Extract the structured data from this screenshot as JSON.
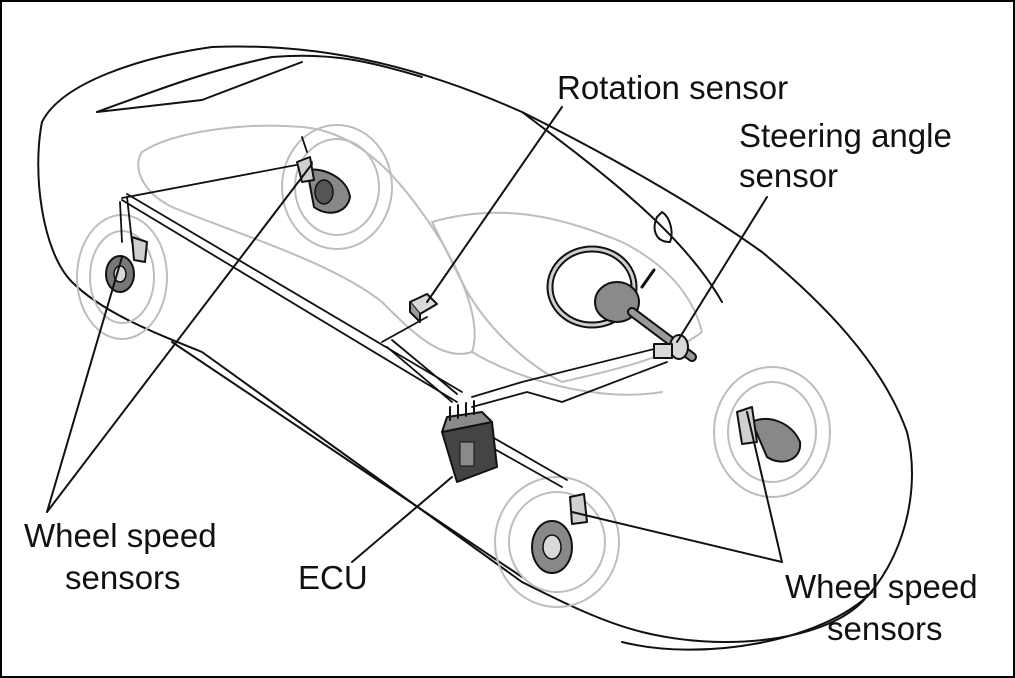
{
  "labels": {
    "rotation_sensor": "Rotation sensor",
    "steering_angle_sensor_line1": "Steering angle",
    "steering_angle_sensor_line2": "sensor",
    "wheel_speed_left_line1": "Wheel speed",
    "wheel_speed_left_line2": "sensors",
    "ecu": "ECU",
    "wheel_speed_right_line1": "Wheel speed",
    "wheel_speed_right_line2": "sensors"
  },
  "colors": {
    "outline": "#111111",
    "ghost": "#bdbdbd",
    "component_dark": "#444444",
    "component_mid": "#8a8a8a",
    "component_light": "#d9d9d9"
  }
}
